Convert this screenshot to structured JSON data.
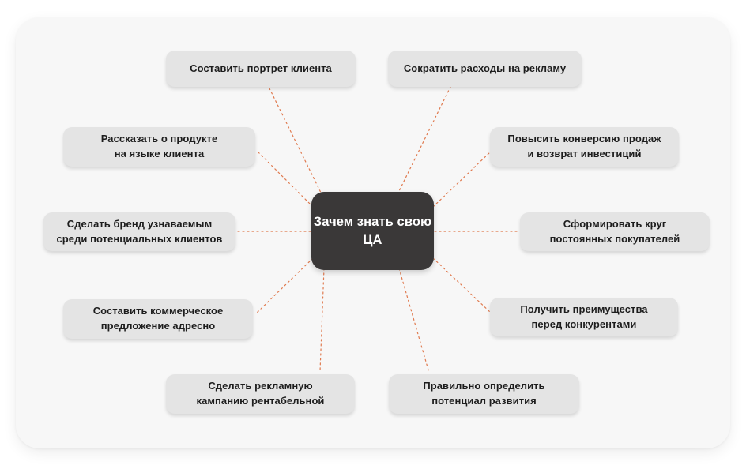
{
  "diagram": {
    "title_center": "Зачем знать\nсвою ЦА",
    "accent_line_color": "#e07b50",
    "panel_color": "#f7f7f7",
    "node_color": "#e4e4e4",
    "hub_color": "#3a3838",
    "node_text_color": "#1d1d1d",
    "hub_text_color": "#ffffff",
    "nodes": [
      {
        "id": "portret-klienta",
        "label": "Составить портрет клиента"
      },
      {
        "id": "sokratit-rashody",
        "label": "Сократить расходы на рекламу"
      },
      {
        "id": "rasskazat-o-produkte",
        "label": "Рассказать о продукте\nна языке клиента"
      },
      {
        "id": "povysit-konversiyu",
        "label": "Повысить конверсию продаж\nи возврат инвестиций"
      },
      {
        "id": "brend-uznavaemym",
        "label": "Сделать бренд узнаваемым\nсреди потенциальных клиентов"
      },
      {
        "id": "krug-pokupateley",
        "label": "Сформировать круг\nпостоянных покупателей"
      },
      {
        "id": "kommercheskoe-predlozhenie",
        "label": "Составить коммерческое\nпредложение адресно"
      },
      {
        "id": "preimushchestva",
        "label": "Получить преимущества\nперед конкурентами"
      },
      {
        "id": "reklamnaya-kampaniya",
        "label": "Сделать рекламную\nкампанию рентабельной"
      },
      {
        "id": "potencial-razvitiya",
        "label": "Правильно определить\nпотенциал развития"
      }
    ]
  }
}
